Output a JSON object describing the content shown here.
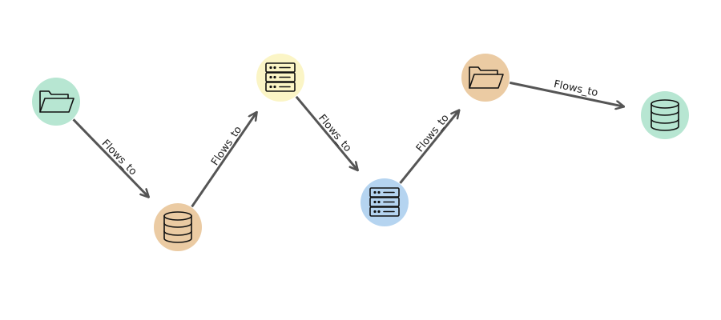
{
  "colors": {
    "mint": "#b7e6d2",
    "tan": "#ebcba3",
    "pale_yellow": "#fbf5c6",
    "light_blue": "#b5d4f0",
    "edge": "#555555"
  },
  "nodes": [
    {
      "id": "n1",
      "icon": "folder-icon",
      "color": "mint"
    },
    {
      "id": "n2",
      "icon": "database-icon",
      "color": "tan"
    },
    {
      "id": "n3",
      "icon": "server-icon",
      "color": "pale_yellow"
    },
    {
      "id": "n4",
      "icon": "server-icon",
      "color": "light_blue"
    },
    {
      "id": "n5",
      "icon": "folder-icon",
      "color": "tan"
    },
    {
      "id": "n6",
      "icon": "database-icon",
      "color": "mint"
    }
  ],
  "edges": [
    {
      "from": "n1",
      "to": "n2",
      "label": "Flows_to"
    },
    {
      "from": "n2",
      "to": "n3",
      "label": "Flows_to"
    },
    {
      "from": "n3",
      "to": "n4",
      "label": "Flows_to"
    },
    {
      "from": "n4",
      "to": "n5",
      "label": "Flows_to"
    },
    {
      "from": "n5",
      "to": "n6",
      "label": "Flows_to"
    }
  ]
}
